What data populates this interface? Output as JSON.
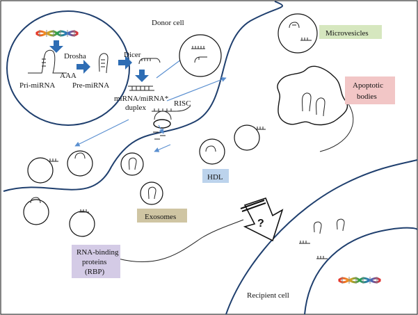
{
  "labels": {
    "donor_cell": "Donor cell",
    "drosha": "Drosha",
    "aaa": "AAA",
    "pri_mirna": "Pri-miRNA",
    "pre_mirna": "Pre-miRNA",
    "dicer": "Dicer",
    "duplex_line1": "miRNA/miRNA*",
    "duplex_line2": "duplex",
    "risc": "RISC",
    "microvesicles": "Microvesicles",
    "apoptotic_line1": "Apoptotic",
    "apoptotic_line2": "bodies",
    "hdl": "HDL",
    "exosomes": "Exosomes",
    "rbp_line1": "RNA-binding",
    "rbp_line2": "proteins",
    "rbp_line3": "(RBP)",
    "question": "?",
    "recipient_cell": "Recipient cell"
  },
  "colors": {
    "cell_outline": "#1f3f6e",
    "arrow_blue": "#2e6db4",
    "microvesicles_box": "#d6e7bf",
    "apoptotic_box": "#f2c6c6",
    "hdl_box": "#bcd3ec",
    "exosomes_box": "#cfc5a3",
    "rbp_box": "#d4cbe6"
  },
  "icons": [
    "dna-helix-icon",
    "hairpin-icon",
    "vesicle-icon",
    "risc-complex-icon",
    "receptor-arrow-icon"
  ]
}
